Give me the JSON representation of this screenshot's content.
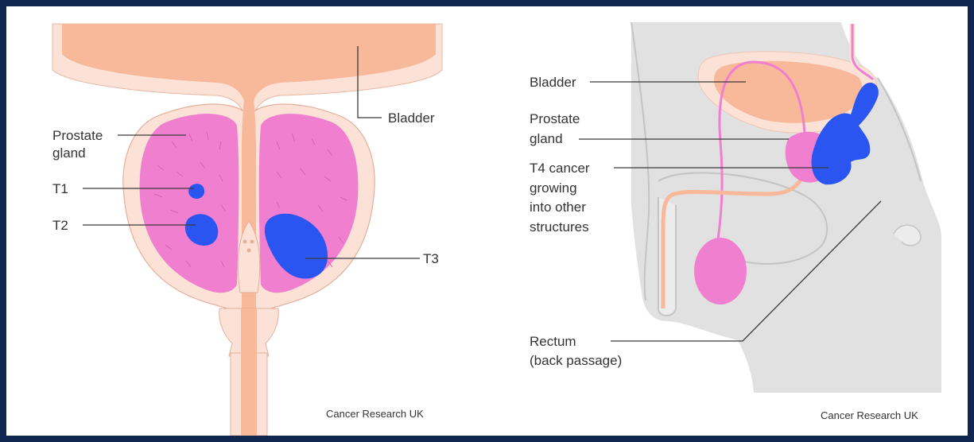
{
  "left_panel": {
    "bladder": "Bladder",
    "prostate_line1": "Prostate",
    "prostate_line2": "gland",
    "t1": "T1",
    "t2": "T2",
    "t3": "T3",
    "credit": "Cancer Research UK"
  },
  "right_panel": {
    "bladder": "Bladder",
    "prostate_line1": "Prostate",
    "prostate_line2": "gland",
    "t4_line1": "T4 cancer",
    "t4_line2": "growing",
    "t4_line3": "into other",
    "t4_line4": "structures",
    "rectum_line1": "Rectum",
    "rectum_line2": "(back passage)",
    "credit": "Cancer Research UK"
  },
  "colors": {
    "frame": "#0f2650",
    "bladder": "#f8b89a",
    "tissue": "#fbe1d6",
    "prostate": "#f07fd0",
    "tumour": "#2b55f0",
    "body_grey": "#e1e1e1"
  }
}
